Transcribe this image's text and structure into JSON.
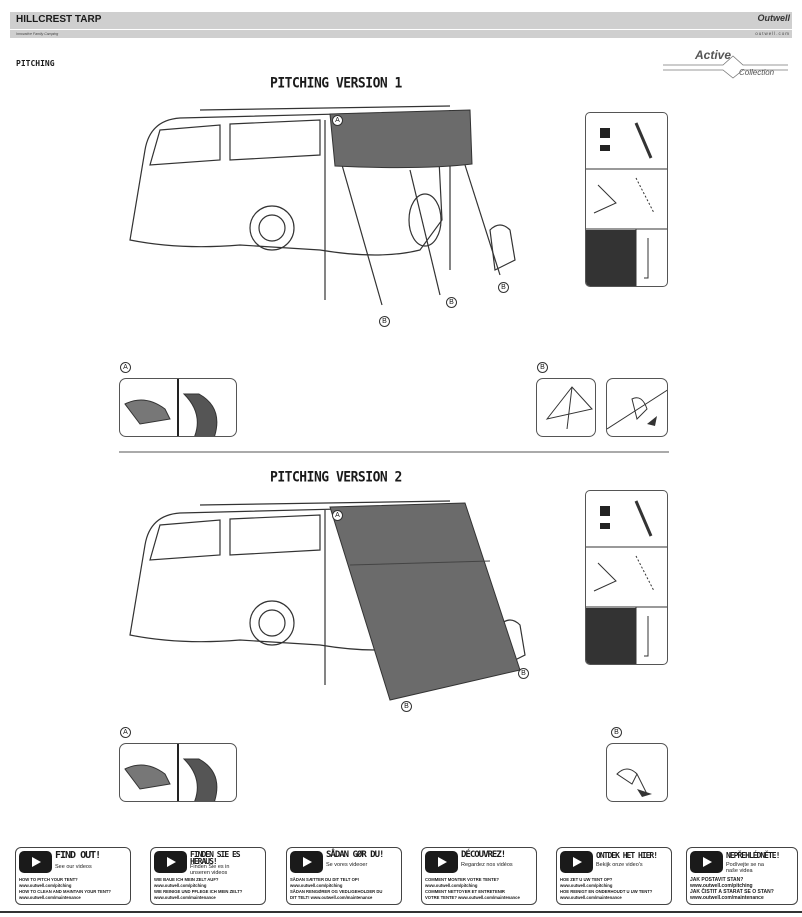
{
  "header": {
    "title": "HILLCREST TARP",
    "tagline": "Innovative Family Camping",
    "brand": "Outwell",
    "url": "outwell.com"
  },
  "section": "PITCHING",
  "collection": {
    "word1": "Active",
    "word2": "Collection"
  },
  "version1": {
    "title": "PITCHING VERSION 1",
    "callouts": [
      "A",
      "B",
      "B",
      "B"
    ],
    "detail_a": "A",
    "detail_b": "B"
  },
  "version2": {
    "title": "PITCHING VERSION 2",
    "callouts": [
      "A",
      "B",
      "B"
    ],
    "detail_a": "A",
    "detail_b": "B"
  },
  "videos": [
    {
      "heading": "FIND OUT!",
      "sub": "See our videos",
      "text": [
        "HOW TO PITCH YOUR TENT?",
        "www.outwell.com/pitching",
        "HOW TO CLEAN AND MAINTAIN YOUR TENT?",
        "www.outwell.com/maintenance"
      ]
    },
    {
      "heading": "FINDEN SIE ES HERAUS!",
      "sub": "Finden Sie es in unseren videos",
      "text": [
        "WIE BAUE ICH MEIN ZELT AUF?",
        "www.outwell.com/pitching",
        "WIE REINIGE UND PFLEGE ICH MEIN ZELT?",
        "www.outwell.com/maintenance"
      ]
    },
    {
      "heading": "SÅDAN GØR DU!",
      "sub": "Se vores videoer",
      "text": [
        "SÅDAN SÆTTER DU DIT TELT OP!",
        "www.outwell.com/pitching",
        "SÅDAN RENGØRER OG VEDLIGEHOLDER DU",
        "DIT TELT! www.outwell.com/maintenance"
      ]
    },
    {
      "heading": "DÉCOUVREZ!",
      "sub": "Regardez nos vidéos",
      "text": [
        "COMMENT MONTER VOTRE TENTE?",
        "www.outwell.com/pitching",
        "COMMENT NETTOYER ET ENTRETENIR",
        "VOTRE TENTE? www.outwell.com/maintenance"
      ]
    },
    {
      "heading": "ONTDEK HET HIER!",
      "sub": "Bekijk onze video's",
      "text": [
        "HOE ZET U UW TENT OP?",
        "www.outwell.com/pitching",
        "HOE REINIGT EN ONDERHOUDT U UW TENT?",
        "www.outwell.com/maintenance"
      ]
    },
    {
      "heading": "NEPŘEHLÉDNĚTE!",
      "sub": "Podívejte se na naše videa",
      "text": [
        "JAK POSTAVIT STAN?",
        "www.outwell.com/pitching",
        "JAK ČISTIT A STARAT SE O STAN?",
        "www.outwell.com/maintenance"
      ]
    }
  ]
}
